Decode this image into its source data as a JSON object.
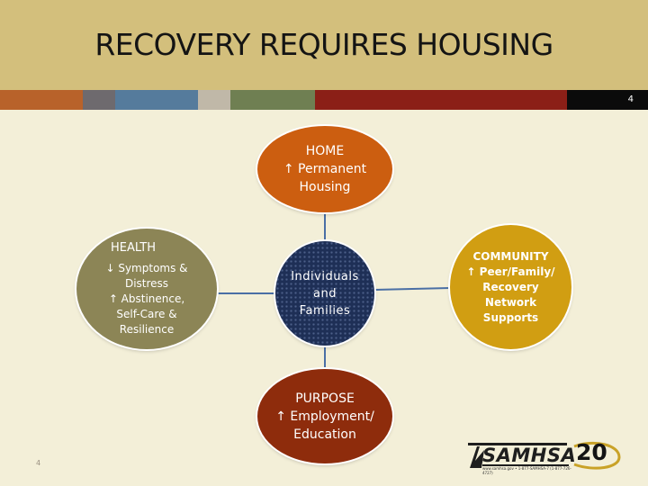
{
  "title": "RECOVERY REQUIRES HOUSING",
  "slide_number": "4",
  "footer_number": "4",
  "colors": {
    "header_bg": "#d3bf7c",
    "background": "#f3efd8",
    "home": "#cc5e10",
    "health": "#8c8556",
    "center": "#1e2f56",
    "community": "#d19e12",
    "purpose": "#8e2c0c",
    "connector": "#4a6fa5",
    "stripe": [
      "#b8622a",
      "#6e6a6e",
      "#557b9c",
      "#c0b8a8",
      "#6f7f52",
      "#8b1f17"
    ]
  },
  "nodes": {
    "home": {
      "lines": [
        "HOME",
        "↑ Permanent",
        "Housing"
      ]
    },
    "health": {
      "heading": "HEALTH",
      "lines": [
        "↓ Symptoms &",
        "Distress",
        "↑ Abstinence,",
        "Self-Care &",
        "Resilience"
      ]
    },
    "center": {
      "lines": [
        "Individuals",
        "and",
        "Families"
      ]
    },
    "community": {
      "lines": [
        "COMMUNITY",
        "↑ Peer/Family/",
        "Recovery",
        "Network",
        "Supports"
      ]
    },
    "purpose": {
      "lines": [
        "PURPOSE",
        "↑ Employment/",
        "Education"
      ]
    }
  },
  "logo": {
    "name": "SAMHSA",
    "anniversary": "20",
    "caption": "www.samhsa.gov • 1-877-SAMHSA-7 (1-877-726-4727)"
  }
}
